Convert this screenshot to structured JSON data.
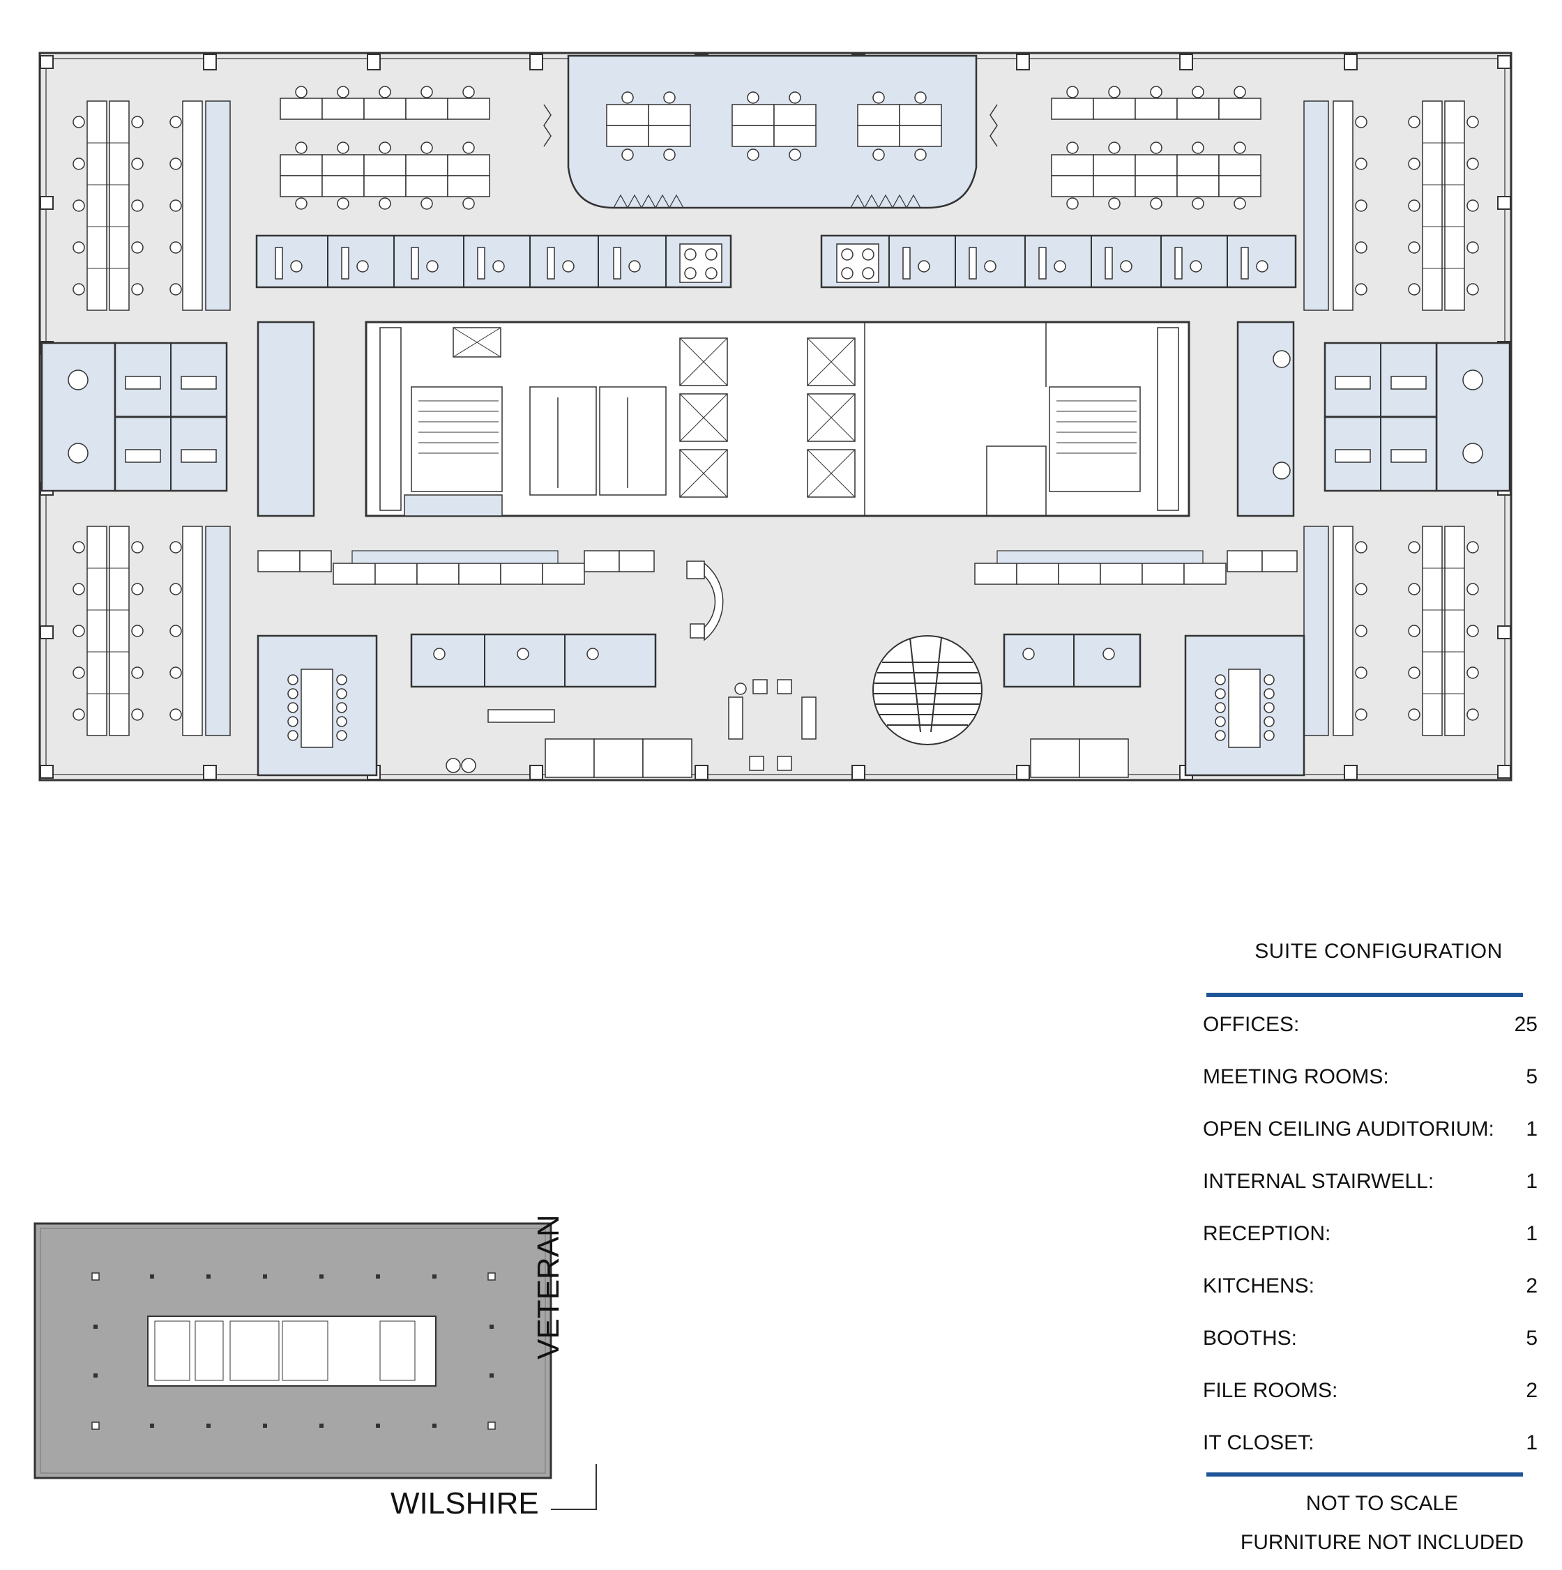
{
  "suite": {
    "title": "SUITE CONFIGURATION",
    "rule_color": "#1f5597",
    "rows": [
      {
        "label": "OFFICES:",
        "value": "25"
      },
      {
        "label": "MEETING ROOMS:",
        "value": "5"
      },
      {
        "label": "OPEN CEILING AUDITORIUM:",
        "value": "1"
      },
      {
        "label": "INTERNAL STAIRWELL:",
        "value": "1"
      },
      {
        "label": "RECEPTION:",
        "value": "1"
      },
      {
        "label": "KITCHENS:",
        "value": "2"
      },
      {
        "label": "BOOTHS:",
        "value": "5"
      },
      {
        "label": "FILE ROOMS:",
        "value": "2"
      },
      {
        "label": "IT CLOSET:",
        "value": "1"
      }
    ],
    "notes": [
      "NOT TO SCALE",
      "FURNITURE NOT INCLUDED"
    ]
  },
  "keyplan": {
    "streets": {
      "north_side": "VETERAN",
      "south_side": "WILSHIRE"
    },
    "fill_color": "#a6a6a6"
  },
  "plan": {
    "floor_color": "#e8e8e8",
    "room_color": "#dbe4ef",
    "line_color": "#3a3a3a"
  }
}
